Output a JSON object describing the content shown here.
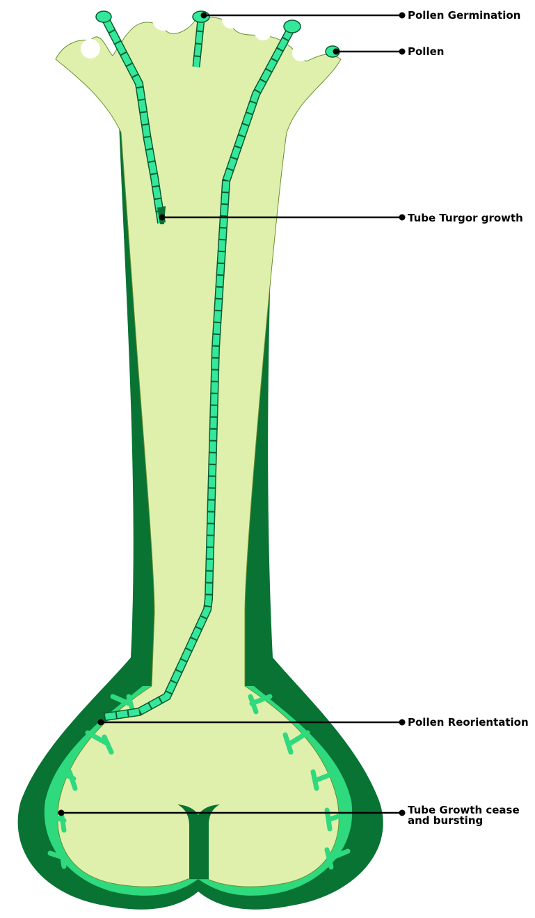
{
  "colors": {
    "outer": "#087333",
    "inner": "#dff0ad",
    "tube": "#33e89a",
    "tube_stroke": "#0a5a30",
    "ovule": "#2fd97e",
    "leader": "#000000"
  },
  "labels": {
    "pollen_germination": "Pollen Germination",
    "pollen": "Pollen",
    "tube_turgor": "Tube Turgor growth",
    "reorientation": "Pollen Reorientation",
    "cease_line1": "Tube Growth cease",
    "cease_line2": "and bursting"
  }
}
